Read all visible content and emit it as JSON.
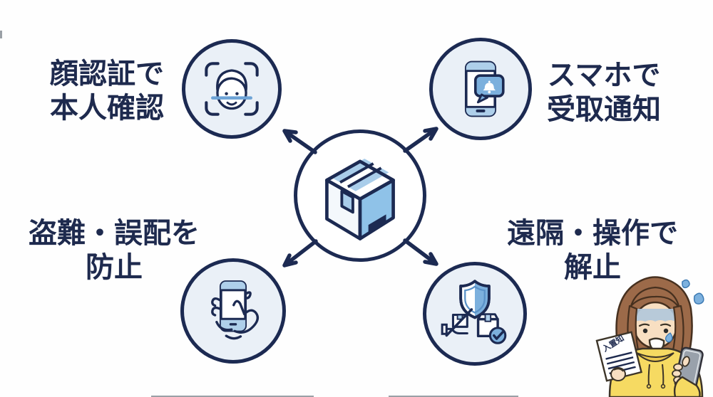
{
  "diagram": {
    "center": {
      "icon": "package-box-icon"
    },
    "nodes": [
      {
        "id": "face-auth",
        "position": "top-left",
        "line1": "顔認証で",
        "line2": "本人確認",
        "icon": "face-scan-icon"
      },
      {
        "id": "phone-notify",
        "position": "top-right",
        "line1": "スマホで",
        "line2": "受取通知",
        "icon": "phone-notification-icon"
      },
      {
        "id": "theft-prevention",
        "position": "bottom-left",
        "line1": "盗難・誤配を",
        "line2": "防止",
        "icon": "hands-phone-icon"
      },
      {
        "id": "remote-unlock",
        "position": "bottom-right",
        "line1": "遠隔・操作で",
        "line2": "解止",
        "icon": "shield-package-icon"
      }
    ],
    "character": {
      "description": "worried woman in yellow hoodie holding a delivery notice and a smartphone",
      "paper_label": "入置知"
    },
    "colors": {
      "navy": "#1c2a52",
      "text": "#1e2a4e",
      "circle_fill": "#eaf0f7",
      "blue_mid": "#7cb0dd",
      "blue_light": "#aecfea",
      "hoodie_yellow": "#f6da62",
      "hair_brown": "#9c6a49",
      "background": "#fefefe"
    }
  }
}
